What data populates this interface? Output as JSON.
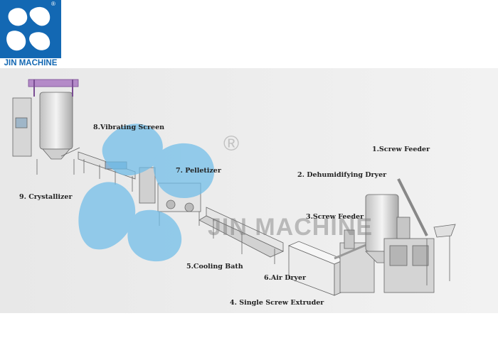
{
  "brand": {
    "name": "JIN MACHINE",
    "reg_mark": "®",
    "accent": "#1368b3"
  },
  "watermark": {
    "text": "JIN MACHINE",
    "reg_mark": "®",
    "blob_color": "#6fbde9"
  },
  "diagram": {
    "labels": [
      "1.Screw Feeder",
      "2. Dehumidifying Dryer",
      "3.Screw Feeder",
      "4. Single Screw Extruder",
      "5.Cooling Bath",
      "6.Air Dryer",
      "7. Pelletizer",
      "8.Vibrating Screen",
      "9. Crystallizer"
    ]
  }
}
